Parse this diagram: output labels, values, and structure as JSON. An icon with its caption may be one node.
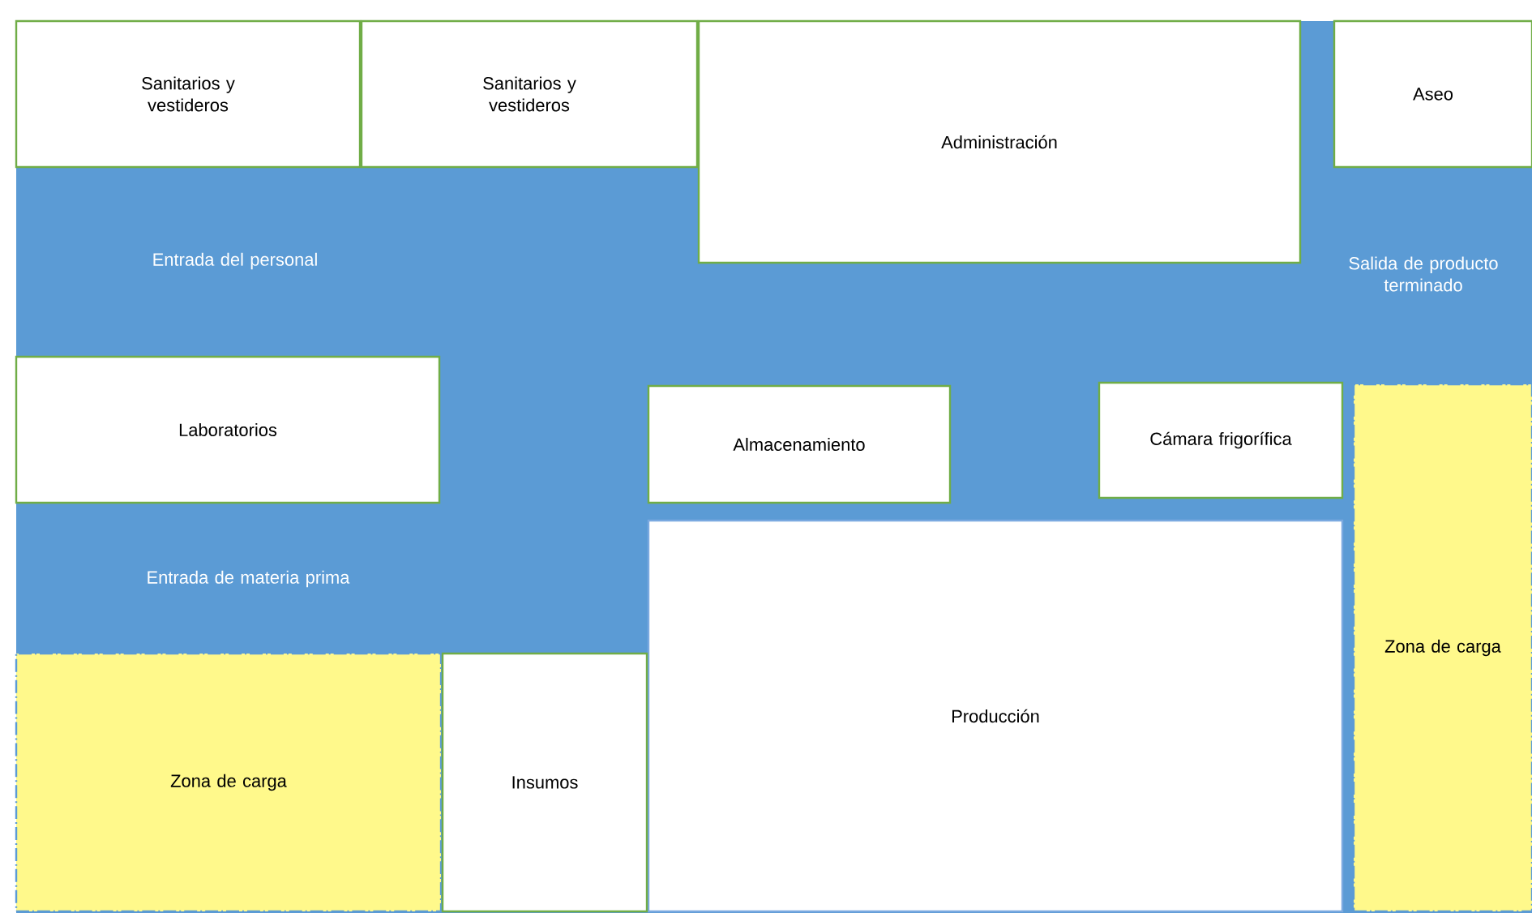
{
  "diagram": {
    "nodes": [
      {
        "text": [
          "Sanitarios y vestideros"
        ]
      },
      {
        "text": [
          "Sanitarios y vestideros"
        ]
      },
      {
        "text": [
          "Administración"
        ]
      },
      {
        "text": [
          "Aseo"
        ]
      },
      {
        "text": [
          "Laboratorios"
        ]
      },
      {
        "text": [
          "Almacenamiento"
        ]
      },
      {
        "text": [
          "Cámara frigorífica"
        ]
      },
      {
        "text": [
          "Zona de carga"
        ]
      },
      {
        "text": [
          "Producción"
        ]
      },
      {
        "text": [
          "Zona de carga"
        ]
      },
      {
        "text": [
          "Insumos"
        ]
      }
    ],
    "labels": [
      "Entrada del personal",
      "Salida de producto terminado",
      "Entrada de materia prima"
    ]
  }
}
